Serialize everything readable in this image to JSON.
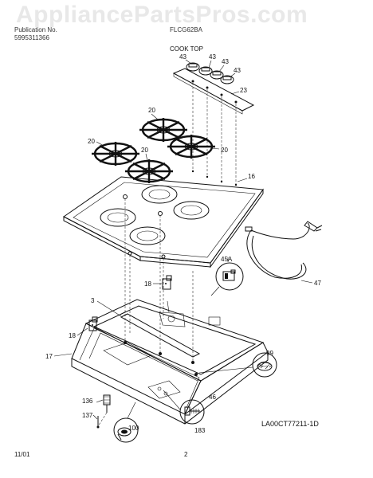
{
  "watermark": "AppliancePartsPros.com",
  "header": {
    "publication_label": "Publication No.",
    "publication_number": "5995311366",
    "model": "FLCG62BA",
    "section_title": "COOK TOP"
  },
  "footer": {
    "date": "11/01",
    "page": "2",
    "diagram_code": "LA00CT77211-1D"
  },
  "callouts": {
    "c43a": "43",
    "c43b": "43",
    "c43c": "43",
    "c43d": "43",
    "c23": "23",
    "c20a": "20",
    "c20b": "20",
    "c20c": "20",
    "c20d": "20",
    "c16": "16",
    "c47": "47",
    "c45a": "45A",
    "c18a": "18",
    "c18b": "18",
    "c3": "3",
    "c17": "17",
    "c99": "99",
    "c136": "136",
    "c137": "137",
    "c46": "46",
    "c183": "183",
    "c100": "100"
  }
}
